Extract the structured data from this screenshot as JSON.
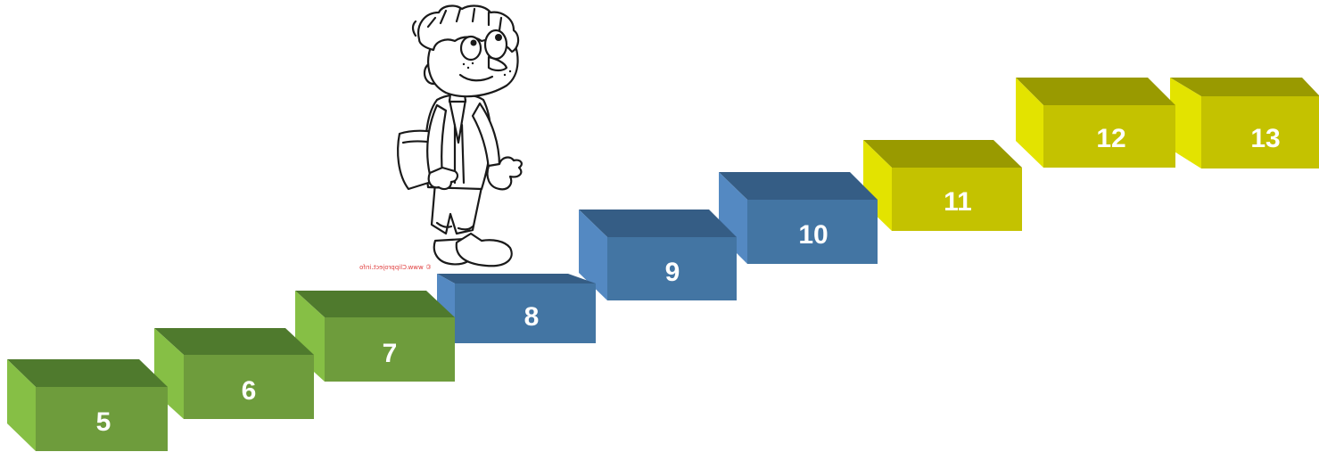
{
  "steps": [
    {
      "label": "5",
      "color": "green"
    },
    {
      "label": "6",
      "color": "green"
    },
    {
      "label": "7",
      "color": "green"
    },
    {
      "label": "8",
      "color": "blue"
    },
    {
      "label": "9",
      "color": "blue"
    },
    {
      "label": "10",
      "color": "blue"
    },
    {
      "label": "11",
      "color": "yellow"
    },
    {
      "label": "12",
      "color": "yellow"
    },
    {
      "label": "13",
      "color": "yellow"
    }
  ],
  "palette": {
    "green": {
      "front": "#6e9c3c",
      "top": "#4f7a2d",
      "side": "#86bf45"
    },
    "blue": {
      "front": "#4375a3",
      "top": "#355d85",
      "side": "#5489c2"
    },
    "yellow": {
      "front": "#c4c200",
      "top": "#999a00",
      "side": "#e3e300"
    }
  },
  "illustration": {
    "name": "cartoon-boy-standing-on-step",
    "credit": "© www.Clipproject.info"
  }
}
